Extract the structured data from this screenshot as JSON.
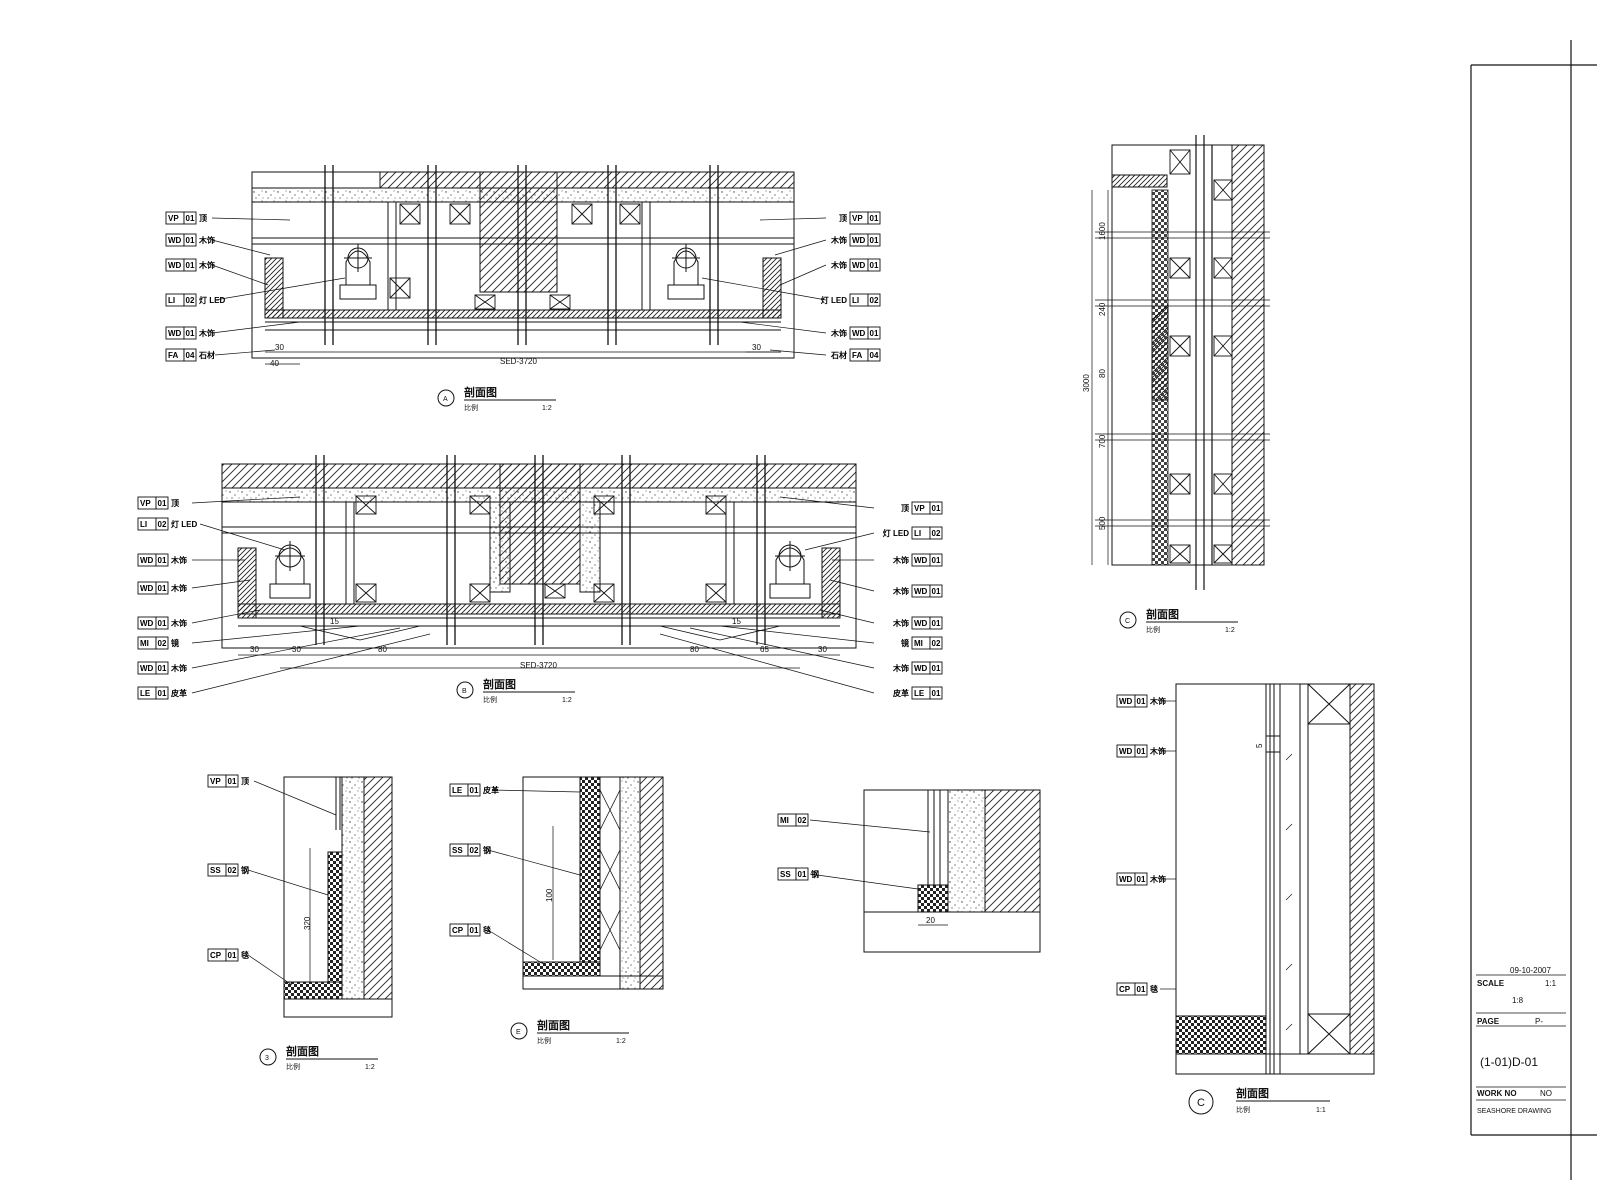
{
  "sheet": {
    "date": "09-10-2007",
    "scale_label": "SCALE",
    "scale_value": "1:1",
    "scale_ratio": "1:8",
    "page_label": "PAGE",
    "page_no": "P-",
    "drawing_no": "(1-01)D-01",
    "work_label": "WORK NO",
    "work_no": "NO",
    "project": "SEASHORE DRAWING"
  },
  "section_a": {
    "title": "剖面图",
    "subtitle": "比例",
    "scale": "1:2",
    "marker": "A",
    "width_dim": "SED-3720",
    "dims": [
      "30",
      "40",
      "30"
    ],
    "tags_left": [
      {
        "code": "VP",
        "num": "01",
        "note": "顶"
      },
      {
        "code": "WD",
        "num": "01",
        "note": "木饰"
      },
      {
        "code": "WD",
        "num": "01",
        "note": "木饰"
      },
      {
        "code": "LI",
        "num": "02",
        "note": "灯 LED"
      },
      {
        "code": "WD",
        "num": "01",
        "note": "木饰"
      },
      {
        "code": "FA",
        "num": "04",
        "note": "石材"
      }
    ],
    "tags_right": [
      {
        "code": "VP",
        "num": "01",
        "note": "顶"
      },
      {
        "code": "WD",
        "num": "01",
        "note": "木饰"
      },
      {
        "code": "WD",
        "num": "01",
        "note": "木饰"
      },
      {
        "code": "LI",
        "num": "02",
        "note": "灯 LED"
      },
      {
        "code": "WD",
        "num": "01",
        "note": "木饰"
      },
      {
        "code": "FA",
        "num": "04",
        "note": "石材"
      }
    ]
  },
  "section_b": {
    "title": "剖面图",
    "subtitle": "比例",
    "scale": "1:2",
    "marker": "B",
    "width_dim": "SED-3720",
    "dims": [
      "30",
      "30",
      "80",
      "15",
      "80",
      "65",
      "30",
      "15"
    ],
    "tags_left": [
      {
        "code": "VP",
        "num": "01",
        "note": "顶"
      },
      {
        "code": "LI",
        "num": "02",
        "note": "灯 LED"
      },
      {
        "code": "WD",
        "num": "01",
        "note": "木饰"
      },
      {
        "code": "WD",
        "num": "01",
        "note": "木饰"
      },
      {
        "code": "WD",
        "num": "01",
        "note": "木饰"
      },
      {
        "code": "MI",
        "num": "02",
        "note": "镜"
      },
      {
        "code": "WD",
        "num": "01",
        "note": "木饰"
      },
      {
        "code": "LE",
        "num": "01",
        "note": "皮革"
      }
    ],
    "tags_right": [
      {
        "code": "VP",
        "num": "01",
        "note": "顶"
      },
      {
        "code": "LI",
        "num": "02",
        "note": "灯 LED"
      },
      {
        "code": "WD",
        "num": "01",
        "note": "木饰"
      },
      {
        "code": "WD",
        "num": "01",
        "note": "木饰"
      },
      {
        "code": "WD",
        "num": "01",
        "note": "木饰"
      },
      {
        "code": "MI",
        "num": "02",
        "note": "镜"
      },
      {
        "code": "WD",
        "num": "01",
        "note": "木饰"
      },
      {
        "code": "LE",
        "num": "01",
        "note": "皮革"
      }
    ]
  },
  "section_c": {
    "title": "剖面图",
    "subtitle": "比例",
    "scale": "1:2",
    "marker": "C",
    "dims": [
      "1600",
      "240",
      "80",
      "700",
      "500"
    ],
    "total": "3000"
  },
  "detail_1": {
    "title": "剖面图",
    "subtitle": "比例",
    "scale": "1:2",
    "marker": "3",
    "dim": "320",
    "tags": [
      {
        "code": "VP",
        "num": "01",
        "note": "顶"
      },
      {
        "code": "SS",
        "num": "02",
        "note": "钢"
      },
      {
        "code": "CP",
        "num": "01",
        "note": "毯"
      }
    ]
  },
  "detail_2": {
    "title": "剖面图",
    "subtitle": "比例",
    "scale": "1:2",
    "marker": "E",
    "dim": "100",
    "tags": [
      {
        "code": "LE",
        "num": "01",
        "note": "皮革"
      },
      {
        "code": "SS",
        "num": "02",
        "note": "钢"
      },
      {
        "code": "CP",
        "num": "01",
        "note": "毯"
      }
    ]
  },
  "detail_3": {
    "dim": "20",
    "tags": [
      {
        "code": "MI",
        "num": "02",
        "note": ""
      },
      {
        "code": "SS",
        "num": "01",
        "note": "钢"
      }
    ]
  },
  "detail_4": {
    "title": "剖面图",
    "subtitle": "比例",
    "scale": "1:1",
    "marker": "C",
    "dim": "5",
    "tags": [
      {
        "code": "WD",
        "num": "01",
        "note": "木饰"
      },
      {
        "code": "WD",
        "num": "01",
        "note": "木饰"
      },
      {
        "code": "WD",
        "num": "01",
        "note": "木饰"
      },
      {
        "code": "CP",
        "num": "01",
        "note": "毯"
      }
    ]
  }
}
